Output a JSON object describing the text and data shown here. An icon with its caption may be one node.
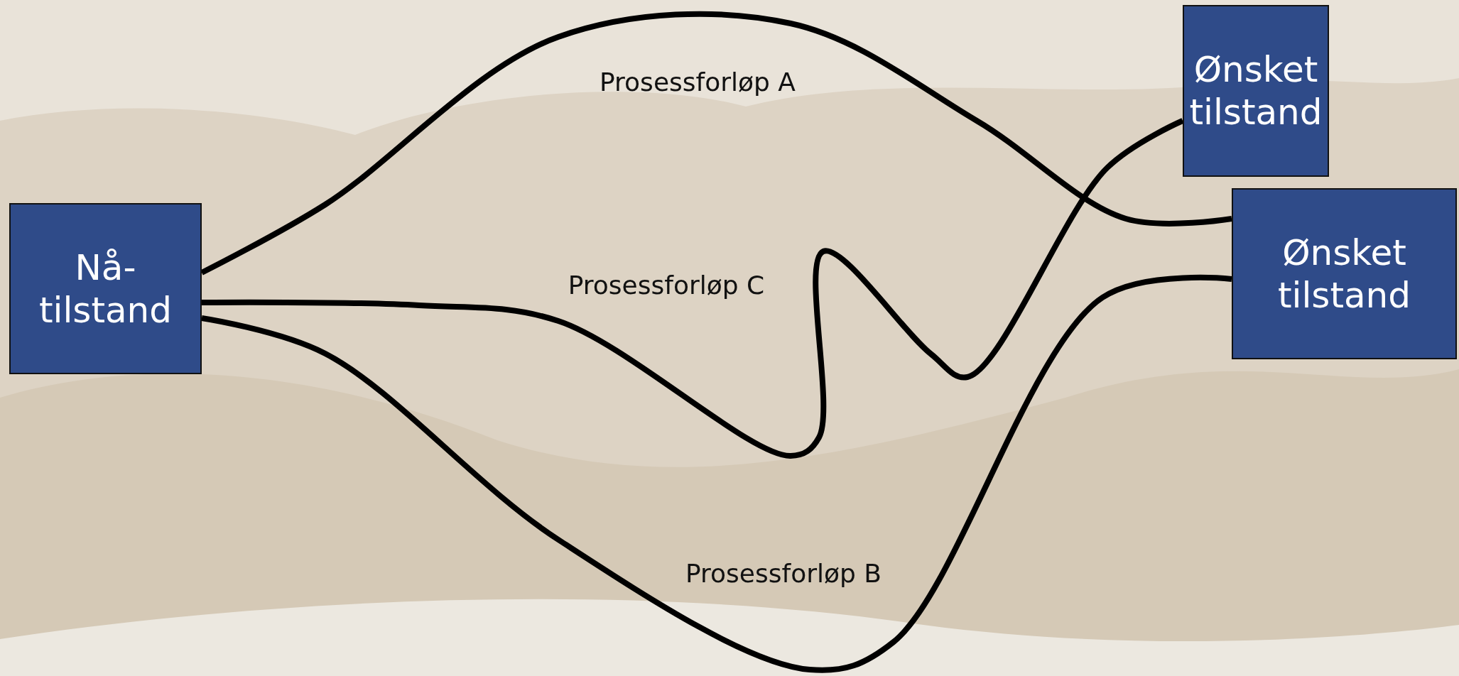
{
  "diagram": {
    "nodes": [
      {
        "text": [
          "Nå- tilstand"
        ]
      },
      {
        "text": [
          "Ønsket tilstand"
        ]
      },
      {
        "text": [
          "Ønsket tilstand"
        ]
      }
    ],
    "edges": [
      {
        "from": 0,
        "to": 2,
        "arrow": "none",
        "label": "Prosessforløp A"
      },
      {
        "from": 0,
        "to": 1,
        "arrow": "none",
        "label": "Prosessforløp C"
      },
      {
        "from": 0,
        "to": 2,
        "arrow": "none",
        "label": "Prosessforløp B"
      }
    ]
  }
}
